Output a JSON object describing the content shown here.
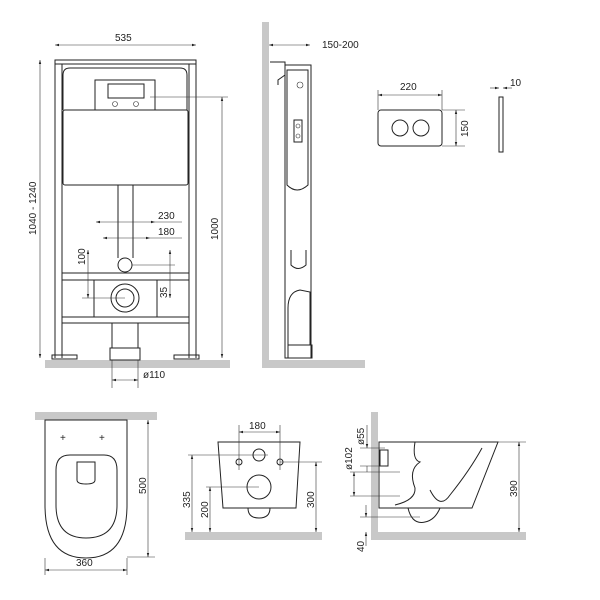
{
  "frame_front": {
    "width": "535",
    "height_range": "1040 - 1240",
    "height": "1000",
    "d230": "230",
    "d180": "180",
    "d100": "100",
    "d35": "35",
    "drain": "ø110"
  },
  "frame_side": {
    "depth": "150-200"
  },
  "flush_plate": {
    "width": "220",
    "height": "150",
    "thickness": "10"
  },
  "bowl_top": {
    "length": "500",
    "width": "360"
  },
  "bowl_rear": {
    "spacing": "180",
    "h335": "335",
    "h200": "200",
    "h300": "300"
  },
  "bowl_side": {
    "d55": "ø55",
    "d102": "ø102",
    "h390": "390",
    "h40": "40"
  },
  "colors": {
    "wall": "#c8c8c8",
    "line": "#222222"
  }
}
